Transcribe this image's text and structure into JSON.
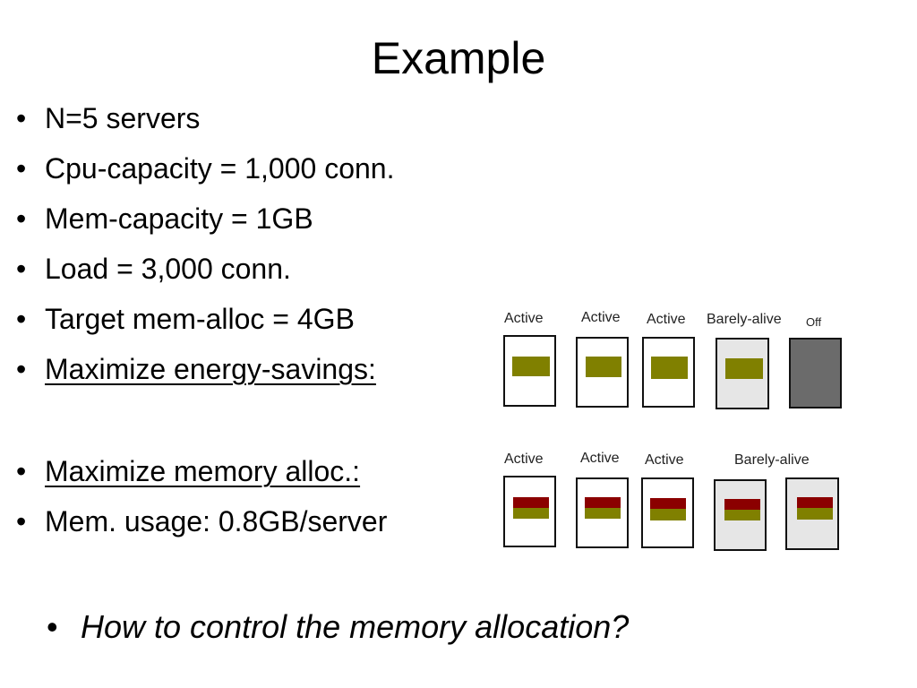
{
  "slide": {
    "title": "Example",
    "bullets": [
      {
        "text": "N=5 servers",
        "underline": false
      },
      {
        "text": "Cpu-capacity = 1,000 conn.",
        "underline": false
      },
      {
        "text": "Mem-capacity = 1GB",
        "underline": false
      },
      {
        "text": "Load = 3,000 conn.",
        "underline": false
      },
      {
        "text": "Target mem-alloc = 4GB",
        "underline": false
      },
      {
        "text": "Maximize energy-savings:",
        "underline": true
      },
      {
        "text": "Maximize memory alloc.:",
        "underline": true
      },
      {
        "text": "Mem. usage: 0.8GB/server",
        "underline": false
      }
    ],
    "bullet_glyph": "•",
    "question": "How to control the memory allocation?"
  },
  "colors": {
    "cpu_load": "#808000",
    "memory": "#8b0000",
    "active_server": "#ffffff",
    "barely_alive_server": "#e6e6e6",
    "off_server": "#6b6b6b"
  },
  "scenarios": [
    {
      "name": "energy-savings",
      "servers": [
        {
          "label": "Active",
          "state": "active"
        },
        {
          "label": "Active",
          "state": "active"
        },
        {
          "label": "Active",
          "state": "active"
        },
        {
          "label": "Barely-alive",
          "state": "barely"
        },
        {
          "label": "Off",
          "state": "off"
        }
      ]
    },
    {
      "name": "memory-alloc",
      "servers": [
        {
          "label": "Active",
          "state": "active"
        },
        {
          "label": "Active",
          "state": "active"
        },
        {
          "label": "Active",
          "state": "active"
        },
        {
          "label": "Barely-alive",
          "state": "barely"
        },
        {
          "label": "",
          "state": "barely"
        }
      ]
    }
  ]
}
